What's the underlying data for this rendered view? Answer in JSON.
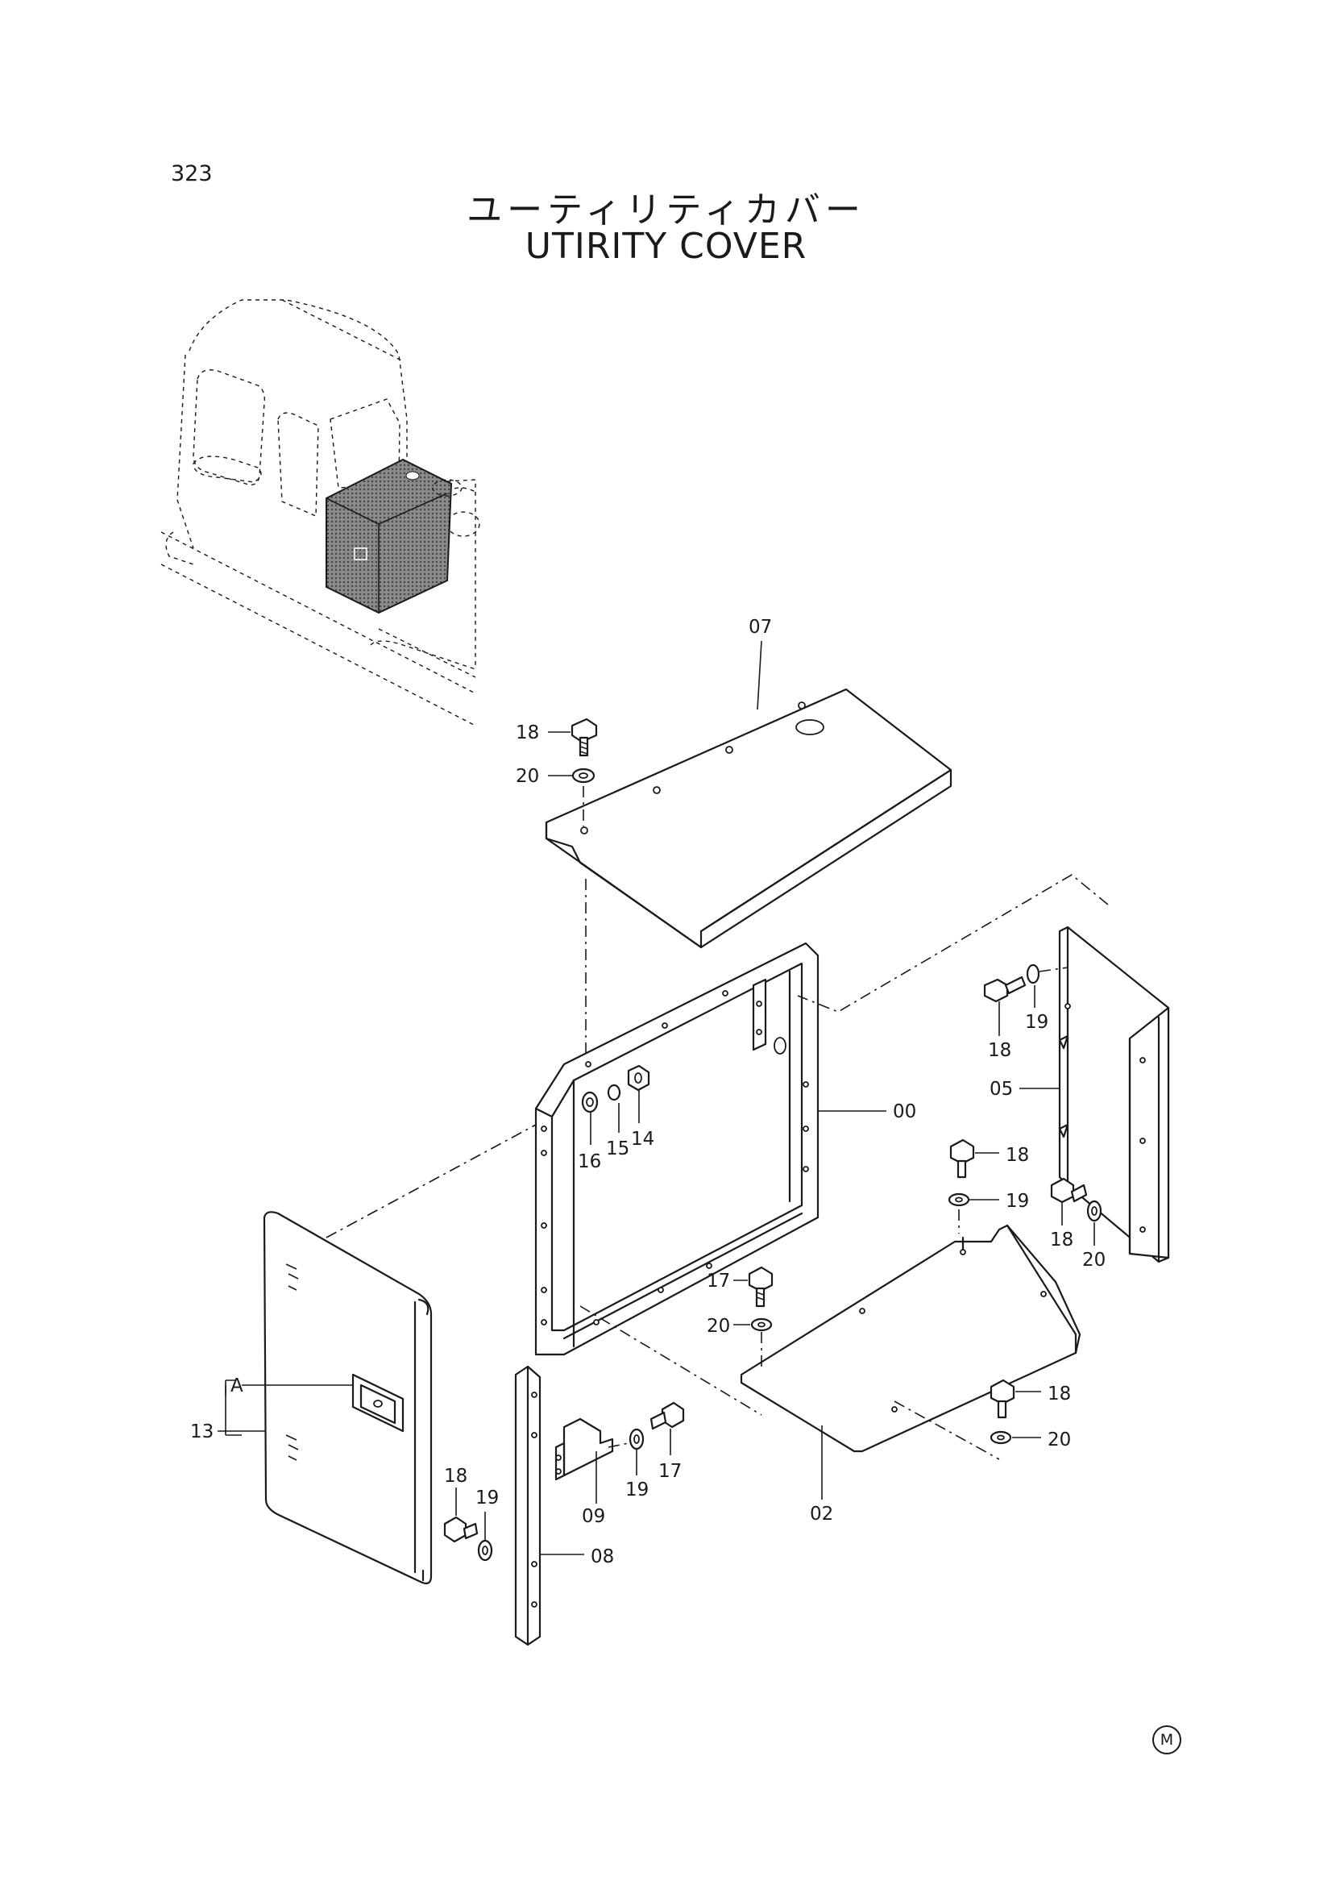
{
  "page": {
    "page_number": "323",
    "title_jp": "ユーティリティカバー",
    "title_en": "UTIRITY  COVER",
    "mark": "M"
  },
  "callouts": {
    "c07": "07",
    "c18_top": "18",
    "c20_top": "20",
    "c00": "00",
    "c16": "16",
    "c15": "15",
    "c14": "14",
    "c05": "05",
    "c18_right": "18",
    "c19_right": "19",
    "c18_mid": "18",
    "c19_mid": "19",
    "c18_mid2": "18",
    "c20_mid": "20",
    "c17_mid": "17",
    "c20_mid2": "20",
    "c18_low": "18",
    "c20_low": "20",
    "c02": "02",
    "cA": "A",
    "c13": "13",
    "c09": "09",
    "c19_low": "19",
    "c17_low": "17",
    "c18_left": "18",
    "c19_left": "19",
    "c08": "08"
  },
  "colors": {
    "line": "#1a1a1a",
    "paper": "#ffffff",
    "shade": "#7a7a7a"
  }
}
